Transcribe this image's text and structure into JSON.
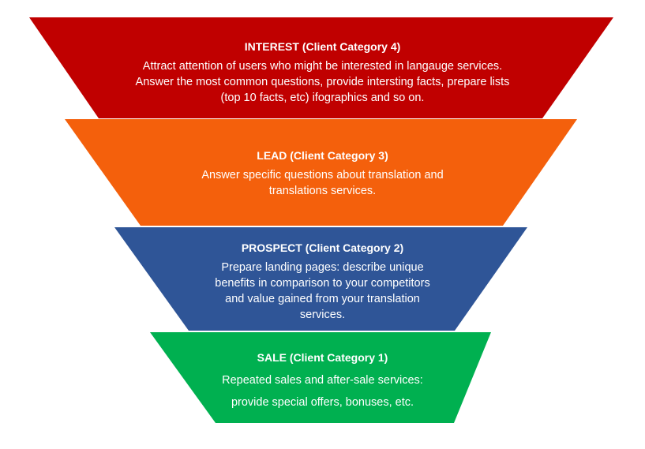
{
  "funnel": {
    "stages": [
      {
        "id": "interest",
        "title": "INTEREST (Client Category 4)",
        "description": "Attract attention of users who might be interested in langauge services. Answer the most common questions, provide intersting facts, prepare lists (top 10 facts, etc) ifographics and so on.",
        "color": "#c00000"
      },
      {
        "id": "lead",
        "title": "LEAD (Client Category 3)",
        "description": "Answer specific questions about translation and translations services.",
        "color": "#f4600c"
      },
      {
        "id": "prospect",
        "title": "PROSPECT (Client Category 2)",
        "description": "Prepare landing pages: describe unique benefits in comparison to your competitors and value gained from your translation services.",
        "color": "#2f5597"
      },
      {
        "id": "sale",
        "title": "SALE (Client Category 1)",
        "description": "Repeated sales and after-sale services: provide special offers, bonuses, etc.",
        "color": "#00b050"
      }
    ]
  }
}
